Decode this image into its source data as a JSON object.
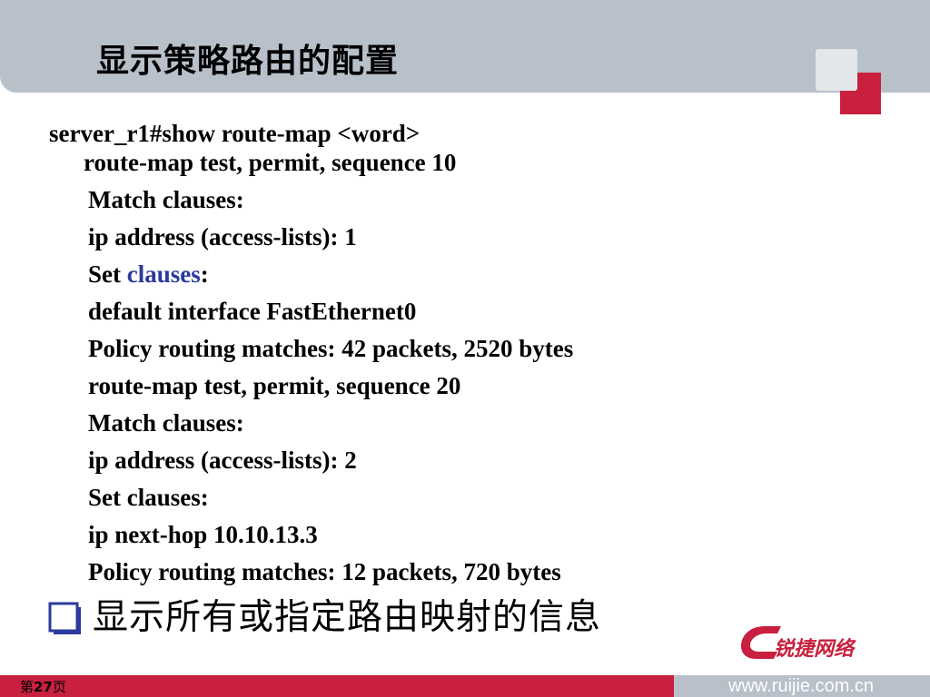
{
  "slide": {
    "title": "显示策略路由的配置",
    "lines": [
      "server_r1#show route-map <word>",
      "route-map test, permit, sequence 10",
      "Match clauses:",
      "ip address (access-lists): 1",
      "default interface FastEthernet0",
      "Policy routing matches: 42 packets, 2520 bytes",
      "route-map test, permit, sequence 20",
      "Match clauses:",
      "ip address (access-lists): 2",
      "Set clauses:",
      "ip next-hop 10.10.13.3",
      "Policy routing matches: 12 packets, 720 bytes"
    ],
    "set_line": {
      "prefix": "Set ",
      "accent": "clauses",
      "suffix": ":"
    },
    "bullet_icon": "checkbox-bullet-icon",
    "bullet_text": "显示所有或指定路由映射的信息"
  },
  "logo": {
    "text": "锐捷网络"
  },
  "footer": {
    "page_prefix": "第",
    "page_number": "27",
    "page_suffix": "页",
    "website": "www.ruijie.com.cn"
  },
  "colors": {
    "header_gray": "#b8c0ca",
    "brand_red": "#c8203e",
    "accent_blue": "#2b3a9c"
  }
}
